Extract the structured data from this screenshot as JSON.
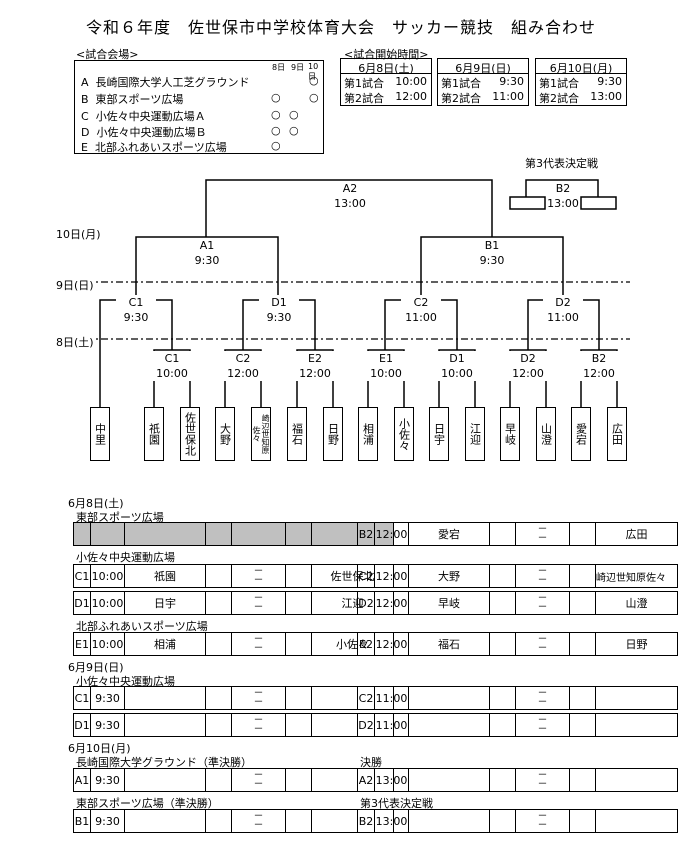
{
  "title": "令和６年度　佐世保市中学校体育大会　サッカー競技　組み合わせ",
  "venues_label": "<試合会場>",
  "venue_day_headers": [
    "8日",
    "9日",
    "10日"
  ],
  "venues": [
    {
      "code": "A",
      "name": "長崎国際大学人工芝グラウンド",
      "marks": [
        "",
        "",
        "○"
      ]
    },
    {
      "code": "B",
      "name": "東部スポーツ広場",
      "marks": [
        "○",
        "",
        "○"
      ]
    },
    {
      "code": "C",
      "name": "小佐々中央運動広場Ａ",
      "marks": [
        "○",
        "○",
        ""
      ]
    },
    {
      "code": "D",
      "name": "小佐々中央運動広場Ｂ",
      "marks": [
        "○",
        "○",
        ""
      ]
    },
    {
      "code": "E",
      "name": "北部ふれあいスポーツ広場",
      "marks": [
        "○",
        "",
        ""
      ]
    }
  ],
  "start_label": "<試合開始時間>",
  "start_times": [
    {
      "day": "6月8日(土)",
      "rows": [
        {
          "game": "第1試合",
          "time": "10:00"
        },
        {
          "game": "第2試合",
          "time": "12:00"
        }
      ]
    },
    {
      "day": "6月9日(日)",
      "rows": [
        {
          "game": "第1試合",
          "time": "9:30"
        },
        {
          "game": "第2試合",
          "time": "11:00"
        }
      ]
    },
    {
      "day": "6月10日(月)",
      "rows": [
        {
          "game": "第1試合",
          "time": "9:30"
        },
        {
          "game": "第2試合",
          "time": "13:00"
        }
      ]
    }
  ],
  "bracket": {
    "day_labels": [
      "10日(月)",
      "9日(日)",
      "8日(土)"
    ],
    "third_label": "第3代表決定戦",
    "matches": {
      "A2": {
        "code": "A2",
        "time": "13:00"
      },
      "B2top": {
        "code": "B2",
        "time": "13:00"
      },
      "A1": {
        "code": "A1",
        "time": "9:30"
      },
      "B1": {
        "code": "B1",
        "time": "9:30"
      },
      "C1r2": {
        "code": "C1",
        "time": "9:30"
      },
      "D1r2": {
        "code": "D1",
        "time": "9:30"
      },
      "C2r2": {
        "code": "C2",
        "time": "11:00"
      },
      "D2r2": {
        "code": "D2",
        "time": "11:00"
      },
      "C1": {
        "code": "C1",
        "time": "10:00"
      },
      "C2": {
        "code": "C2",
        "time": "12:00"
      },
      "E2": {
        "code": "E2",
        "time": "12:00"
      },
      "E1": {
        "code": "E1",
        "time": "10:00"
      },
      "D1": {
        "code": "D1",
        "time": "10:00"
      },
      "D2": {
        "code": "D2",
        "time": "12:00"
      },
      "B2": {
        "code": "B2",
        "time": "12:00"
      }
    },
    "teams": [
      "中里",
      "祇園",
      "佐世保北",
      "大野",
      "崎辺世知原佐々",
      "福石",
      "日野",
      "相浦",
      "小佐々",
      "日宇",
      "江迎",
      "早岐",
      "山澄",
      "愛宕",
      "広田"
    ]
  },
  "schedule": {
    "dash": "－",
    "day1": "6月8日(土)",
    "day2": "6月9日(日)",
    "day3": "6月10日(月)",
    "venue_b": "東部スポーツ広場",
    "venue_c": "小佐々中央運動広場",
    "venue_e": "北部ふれあいスポーツ広場",
    "venue_c2": "小佐々中央運動広場",
    "venue_a": "長崎国際大学グラウンド（準決勝）",
    "venue_b2": "東部スポーツ広場（準決勝）",
    "final_label": "決勝",
    "third_label": "第3代表決定戦",
    "rows": {
      "b2": {
        "id": "B2",
        "time": "12:00",
        "home": "愛宕",
        "away": "広田"
      },
      "c1": {
        "id": "C1",
        "time": "10:00",
        "home": "祇園",
        "away": "佐世保北"
      },
      "c2": {
        "id": "C2",
        "time": "12:00",
        "home": "大野",
        "away": "崎辺世知原佐々"
      },
      "d1": {
        "id": "D1",
        "time": "10:00",
        "home": "日宇",
        "away": "江迎"
      },
      "d2": {
        "id": "D2",
        "time": "12:00",
        "home": "早岐",
        "away": "山澄"
      },
      "e1": {
        "id": "E1",
        "time": "10:00",
        "home": "相浦",
        "away": "小佐々"
      },
      "e2": {
        "id": "E2",
        "time": "12:00",
        "home": "福石",
        "away": "日野"
      },
      "c1d2": {
        "id": "C1",
        "time": "9:30",
        "home": "",
        "away": ""
      },
      "c2d2": {
        "id": "C2",
        "time": "11:00",
        "home": "",
        "away": ""
      },
      "d1d2": {
        "id": "D1",
        "time": "9:30",
        "home": "",
        "away": ""
      },
      "d2d2": {
        "id": "D2",
        "time": "11:00",
        "home": "",
        "away": ""
      },
      "a1": {
        "id": "A1",
        "time": "9:30",
        "home": "",
        "away": ""
      },
      "a2": {
        "id": "A2",
        "time": "13:00",
        "home": "",
        "away": ""
      },
      "b1": {
        "id": "B1",
        "time": "9:30",
        "home": "",
        "away": ""
      },
      "b2f": {
        "id": "B2",
        "time": "13:00",
        "home": "",
        "away": ""
      }
    }
  }
}
